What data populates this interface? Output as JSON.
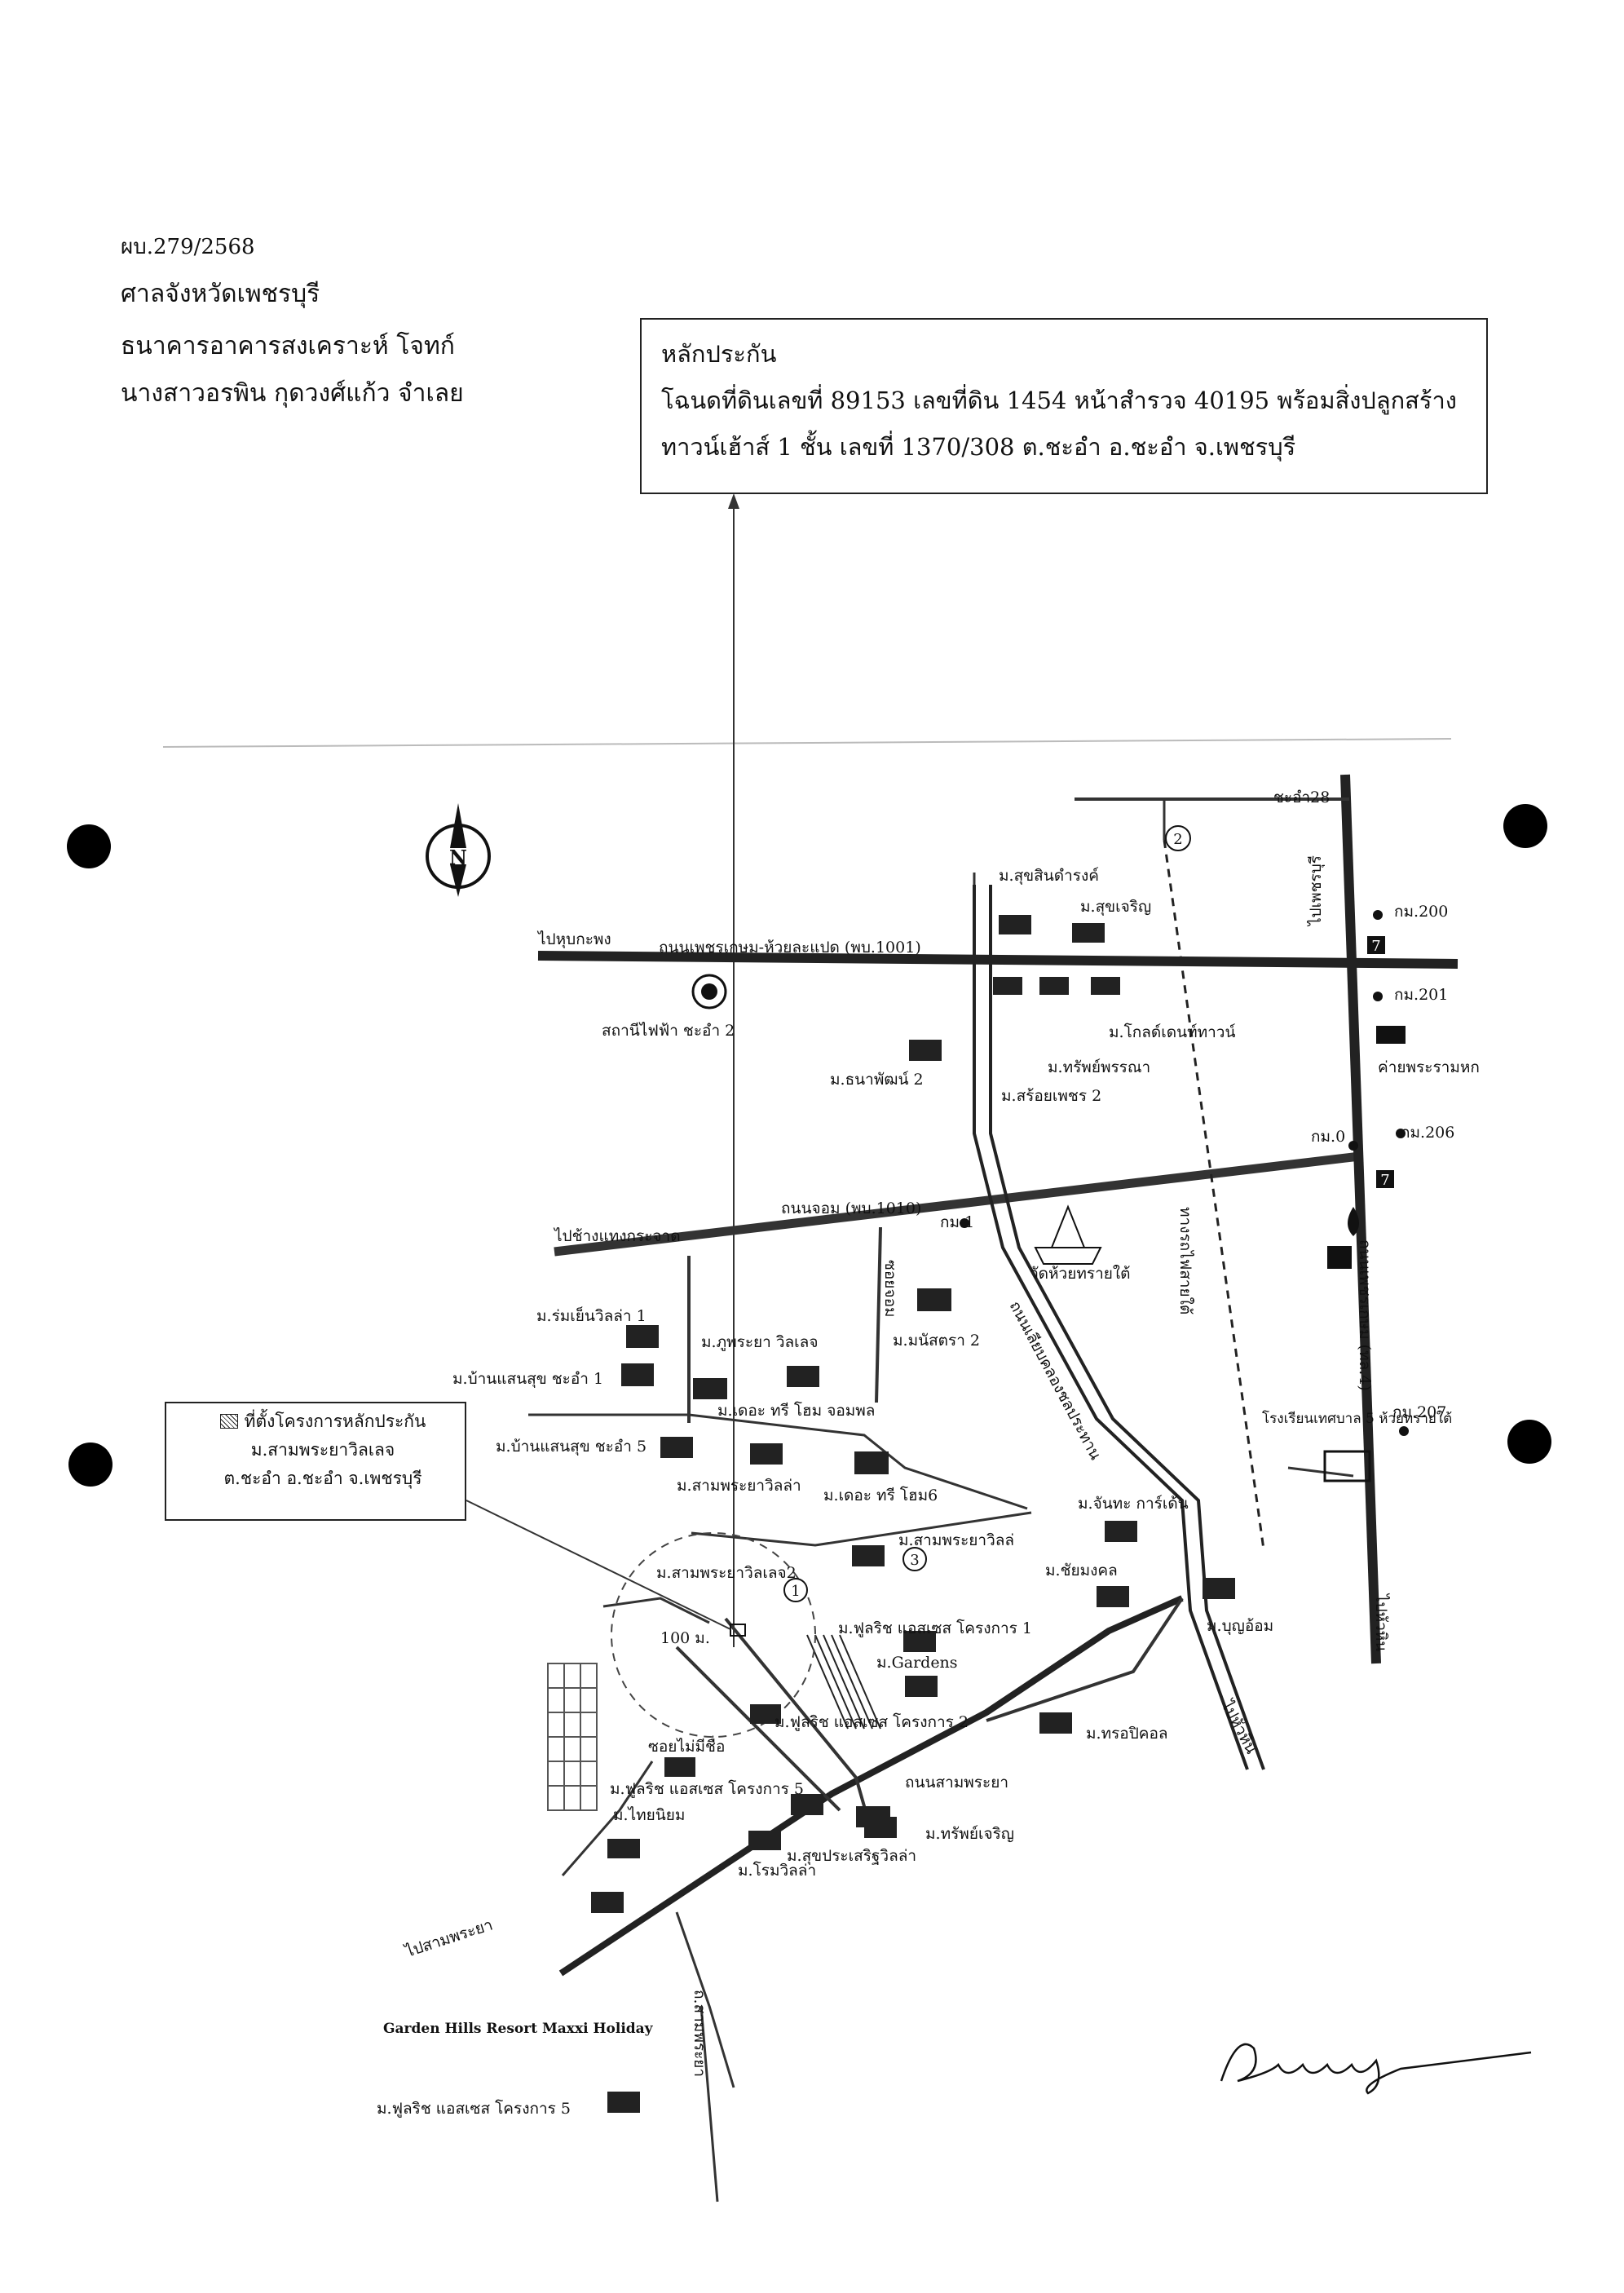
{
  "header": {
    "case_no": "ผบ.279/2568",
    "court": "ศาลจังหวัดเพชรบุรี",
    "plaintiff": "ธนาคารอาคารสงเคราะห์   โจทก์",
    "defendant": "นางสาวอรพิน กุดวงศ์แก้ว  จำเลย"
  },
  "collateral": {
    "title": "หลักประกัน",
    "line1": "โฉนดที่ดินเลขที่ 89153  เลขที่ดิน  1454  หน้าสำรวจ 40195  พร้อมสิ่งปลูกสร้าง",
    "line2": "ทาวน์เฮ้าส์ 1 ชั้น  เลขที่ 1370/308    ต.ชะอำ  อ.ชะอำ จ.เพชรบุรี"
  },
  "legend": {
    "line1": "ที่ตั้งโครงการหลักประกัน",
    "line2": "ม.สามพระยาวิลเลจ",
    "line3": "ต.ชะอำ  อ.ชะอำ  จ.เพชรบุรี"
  },
  "compass": {
    "north_letter": "N"
  },
  "map_labels": {
    "to_nong_phai": "ไปหุบกะพง",
    "road_petkasem_huay": "ถนนเพชรเกษม-ห้วยละแปด (พบ.1001)",
    "cha_am_28": "ชะอำ28",
    "km200": "กม.200",
    "km201": "กม.201",
    "km206": "กม.206",
    "km207": "กม.207",
    "km0": "กม.0",
    "km1": "กม.1",
    "to_petchaburi": "ไปเพชรบุรี",
    "camp": "ค่ายพระรามหก",
    "power_station": "สถานีไฟฟ้า ชะอำ 2",
    "sukhsin": "ม.สุขสินดำรงค์",
    "suksri": "ม.สุขเจริญ",
    "koldentown": "ม.โกลด์เดนท์ทาวน์",
    "sappanya": "ม.ทรัพย์พรรณา",
    "soiphet2": "ม.สร้อยเพชร 2",
    "tanapat2": "ม.ธนาพัฒน์ 2",
    "to_chang_kaeng": "ไปช้างแทงกระจาด",
    "road_nongom": "ถนนจอม (พบ.1010)",
    "wat_huay": "วัดห้วยทรายใต้",
    "road_liap_khlong": "ถนนเลียบคลองชลประทาน",
    "railway": "ทางรถไฟสายใต้",
    "road_petkasem_4": "ถนนเพชรเกษม (ทล.4)",
    "school": "โรงเรียนเทศบาล 5 ห้วยทรายใต้",
    "rom_yen_villa": "ม.ร่มเย็นวิลล่า 1",
    "baan_saensuk1": "ม.บ้านแสนสุข ชะอำ 1",
    "baan_saensuk5": "ม.บ้านแสนสุข ชะอำ 5",
    "phuphraya": "ม.ภูพระยา วิลเลจ",
    "manatsara2": "ม.มนัสตรา 2",
    "soi_label": "ซอยจอม",
    "the_tree_home": "ม.เดอะ ทรี โฮม จอมพล",
    "samphraya_villa": "ม.สามพระยาวิลล่า",
    "the_tree_home6": "ม.เดอะ ทรี โฮม6",
    "samphraya_villa_b": "ม.สามพระยาวิลล่",
    "chanthakan": "ม.จันทะ การ์เด้น",
    "chaimongkol": "ม.ชัยมงคล",
    "boonyaom": "ม.บุญอ้อม",
    "to_hua_hin": "ไปหัวหิน",
    "to_hua_hin_side": "ไปหัวหิน",
    "samphraya_village2": "ม.สามพระยาวิลเลจ2",
    "hundred_m": "100 ม.",
    "fuchic_proj1": "ม.ฟูลริช แอสเซส โครงการ 1",
    "gardens": "ม.Gardens",
    "fuchic_proj2": "ม.ฟูลริช แอสเซส โครงการ 2",
    "trop_pikol": "ม.ทรอปิคอล",
    "road_samphraya": "ถนนสามพระยา",
    "soi_mai_mi_chue": "ซอยไม่มีชื่อ",
    "fuchic_proj5": "ม.ฟูลริช แอสเซส โครงการ 5",
    "thai_niyom": "ม.ไทยนิยม",
    "sapcharoen": "ม.ทรัพย์เจริญ",
    "suk_prasert": "ม.สุขประเสริฐวิลล่า",
    "rome_villa": "ม.โรมวิลล่า",
    "to_samphraya": "ไปสามพระยา",
    "road_samphraya_v": "ถ.สามพระยา",
    "garden_hills": "Garden Hills Resort Maxxi Holiday",
    "fuchic_bottom": "ม.ฟูลริช แอสเซส โครงการ 5",
    "circle1": "1",
    "circle2": "2",
    "circle3": "3",
    "seven_eleven": "7"
  },
  "signature": "Sannya"
}
